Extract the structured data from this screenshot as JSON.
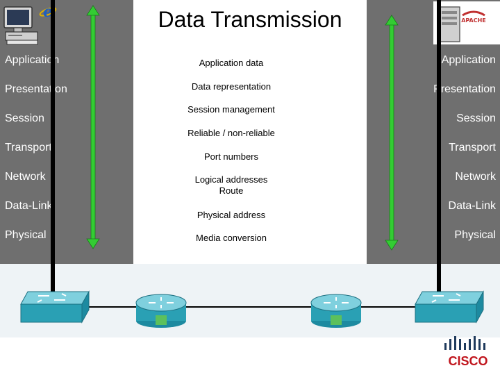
{
  "title": "Data Transmission",
  "left_layers": [
    "Application",
    "Presentation",
    "Session",
    "Transport",
    "Network",
    "Data-Link",
    "Physical"
  ],
  "right_layers": [
    "Application",
    "Presentation",
    "Session",
    "Transport",
    "Network",
    "Data-Link",
    "Physical"
  ],
  "functions": {
    "application": "Application data",
    "presentation": "Data representation",
    "session": "Session management",
    "reliability": "Reliable / non-reliable",
    "transport": "Port numbers",
    "network_line1": "Logical addresses",
    "network_line2": "Route",
    "datalink": "Physical address",
    "physical": "Media conversion"
  },
  "server_logo_text": "APACHE",
  "browser_logo_text": "e",
  "cisco_wordmark": "CISCO",
  "colors": {
    "panel": "#6f6f6f",
    "arrow_green": "#33cc33",
    "arrow_green_dark": "#1a7a1a",
    "device_teal": "#2aa0b4",
    "band": "#eef3f6"
  }
}
